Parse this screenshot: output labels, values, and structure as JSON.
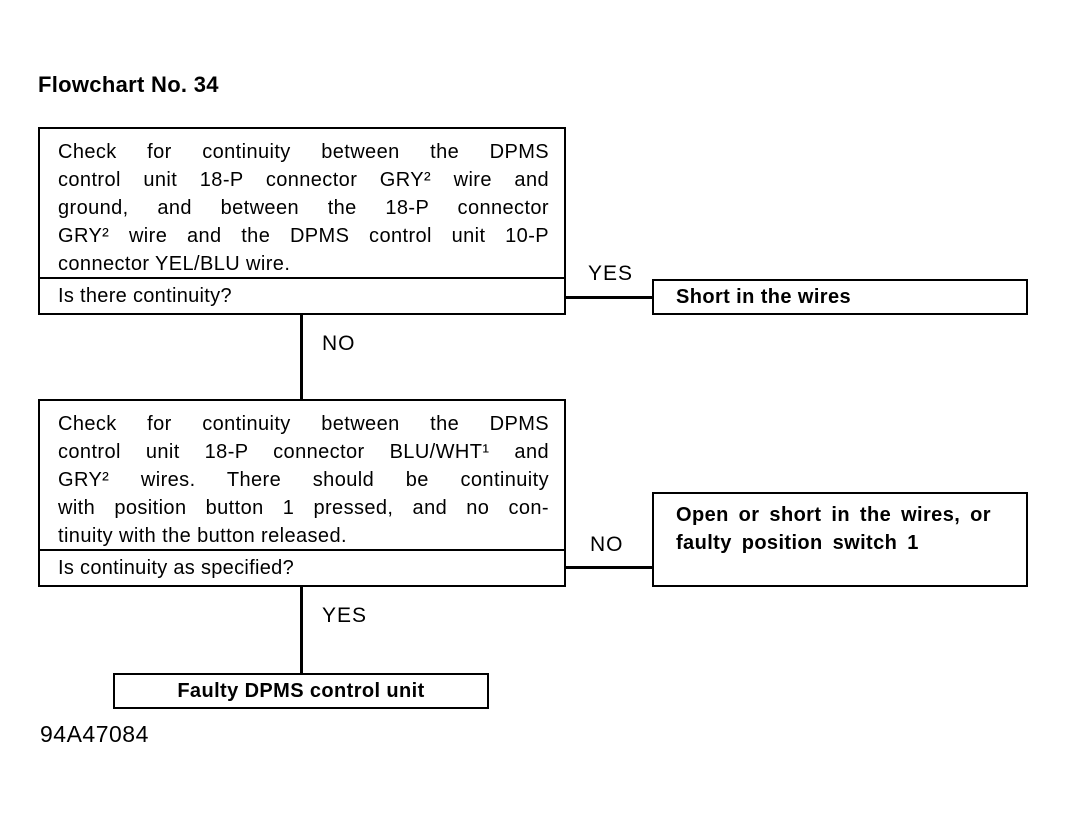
{
  "page": {
    "title": "Flowchart No. 34",
    "figure_code": "94A47084"
  },
  "flowchart": {
    "step1": {
      "lines": [
        "Check for continuity between the DPMS",
        "control unit 18-P connector GRY² wire and",
        "ground, and between the 18-P connector",
        "GRY² wire and the DPMS control unit 10-P",
        "connector YEL/BLU wire."
      ],
      "question": "Is there continuity?",
      "yes_label": "YES",
      "no_label": "NO"
    },
    "result_short_wires": "Short in the wires",
    "step2": {
      "lines": [
        "Check for continuity between the DPMS",
        "control unit 18-P connector BLU/WHT¹ and",
        "GRY² wires. There should be continuity",
        "with position button 1 pressed, and no con-",
        "tinuity with the button released."
      ],
      "question": "Is continuity as specified?",
      "no_label": "NO",
      "yes_label": "YES"
    },
    "result_open_short": {
      "line1": "Open or short in the wires, or",
      "line2": "faulty position switch 1"
    },
    "result_faulty_unit": "Faulty DPMS control unit"
  }
}
